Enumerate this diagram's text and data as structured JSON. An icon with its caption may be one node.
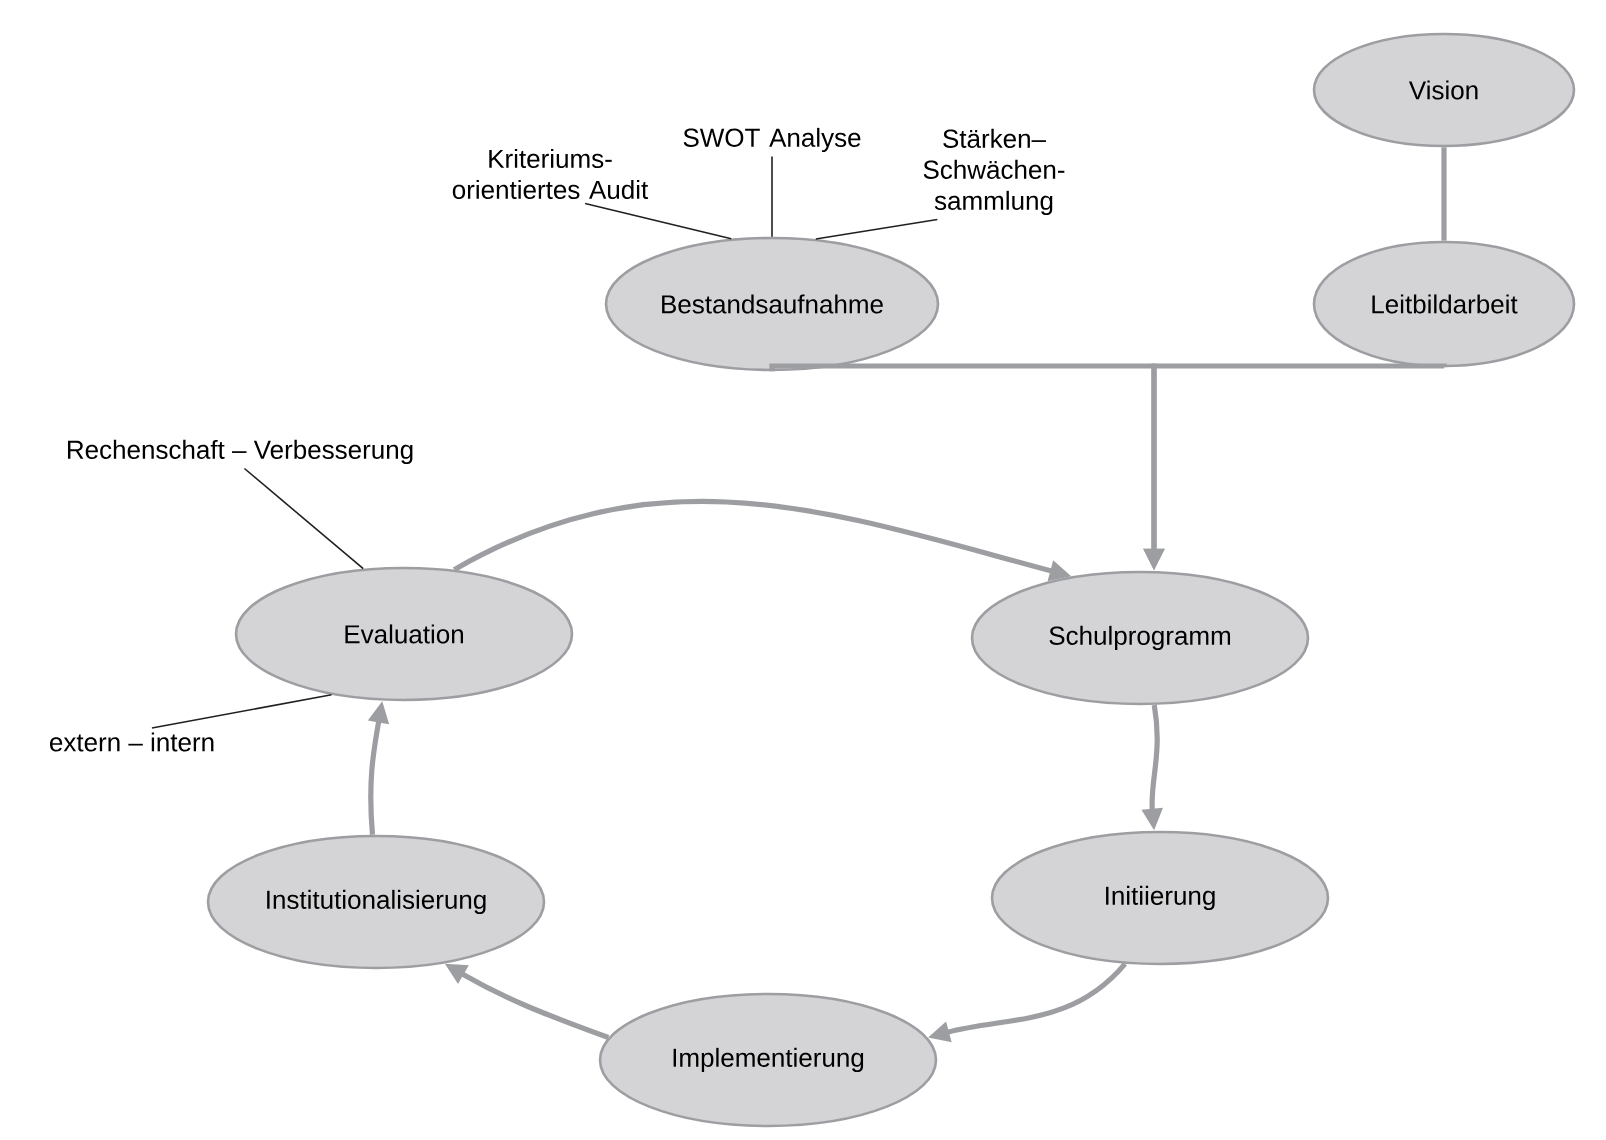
{
  "diagram": {
    "nodes": [
      {
        "text": [
          "Kriteriums- orientiertes Audit"
        ]
      },
      {
        "text": [
          "SWOT Analyse"
        ]
      },
      {
        "text": [
          "Stärken– Schwächen- sammlung"
        ]
      },
      {
        "text": [
          "Vision"
        ]
      },
      {
        "text": [
          "Bestandsaufnahme"
        ]
      },
      {
        "text": [
          "Leitbildarbeit"
        ]
      },
      {
        "text": [
          "Rechenschaft – Verbesserung"
        ]
      },
      {
        "text": [
          "Evaluation"
        ]
      },
      {
        "text": [
          "Schulprogramm"
        ]
      },
      {
        "text": [
          "extern – intern"
        ]
      },
      {
        "text": [
          "Institutionalisierung"
        ]
      },
      {
        "text": [
          "Initiierung"
        ]
      },
      {
        "text": [
          "Implementierung"
        ]
      }
    ],
    "edges": [
      {
        "from": 0,
        "to": 4,
        "arrow": "none",
        "color": "#231f20"
      },
      {
        "from": 1,
        "to": 4,
        "arrow": "none",
        "color": "#231f20"
      },
      {
        "from": 2,
        "to": 4,
        "arrow": "none",
        "color": "#231f20"
      },
      {
        "from": 3,
        "to": 5,
        "arrow": "none",
        "color": "#9d9ea2"
      },
      {
        "from": 4,
        "to": 8,
        "arrow": "to",
        "color": "#9d9ea2"
      },
      {
        "from": 5,
        "to": 8,
        "arrow": "to",
        "color": "#9d9ea2"
      },
      {
        "from": 6,
        "to": 7,
        "arrow": "none",
        "color": "#231f20"
      },
      {
        "from": 9,
        "to": 7,
        "arrow": "none",
        "color": "#231f20"
      },
      {
        "from": 7,
        "to": 8,
        "arrow": "to",
        "color": "#9d9ea2"
      },
      {
        "from": 8,
        "to": 11,
        "arrow": "to",
        "color": "#9d9ea2"
      },
      {
        "from": 11,
        "to": 12,
        "arrow": "to",
        "color": "#9d9ea2"
      },
      {
        "from": 12,
        "to": 10,
        "arrow": "to",
        "color": "#9d9ea2"
      },
      {
        "from": 10,
        "to": 7,
        "arrow": "to",
        "color": "#9d9ea2"
      }
    ]
  }
}
